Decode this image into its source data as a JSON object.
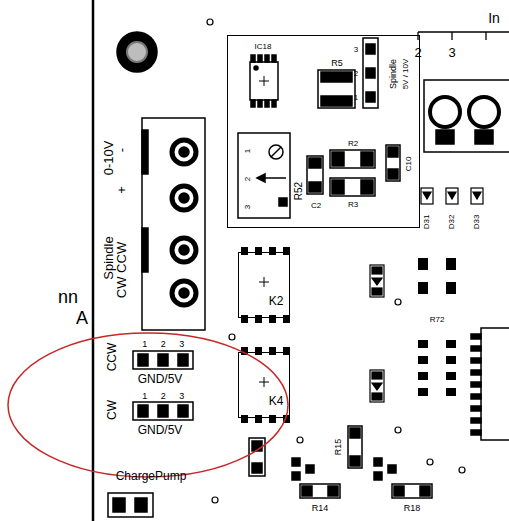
{
  "diagram": {
    "nodes": [
      {
        "text": [
          "IC18",
          "R5",
          "3",
          "2",
          "1",
          "Spindle",
          "5V / 10V",
          "1",
          "2",
          "3",
          "R52",
          "C2",
          "R2",
          "R3",
          "C10"
        ]
      },
      {
        "text": [
          "K2"
        ]
      },
      {
        "text": [
          "K4"
        ]
      },
      {
        "text": [
          "CCW",
          "1 2 3",
          "GND/5V",
          "CW",
          "1 2 3",
          "GND/5V"
        ]
      }
    ],
    "labels": [
      "nn",
      "A",
      "In",
      "2",
      "3",
      "0-10V",
      "-",
      "+",
      "Spindle",
      "CW CCW",
      "ChargePump",
      "D31",
      "D32",
      "D33",
      "R72",
      "R14",
      "R15",
      "R18"
    ]
  }
}
